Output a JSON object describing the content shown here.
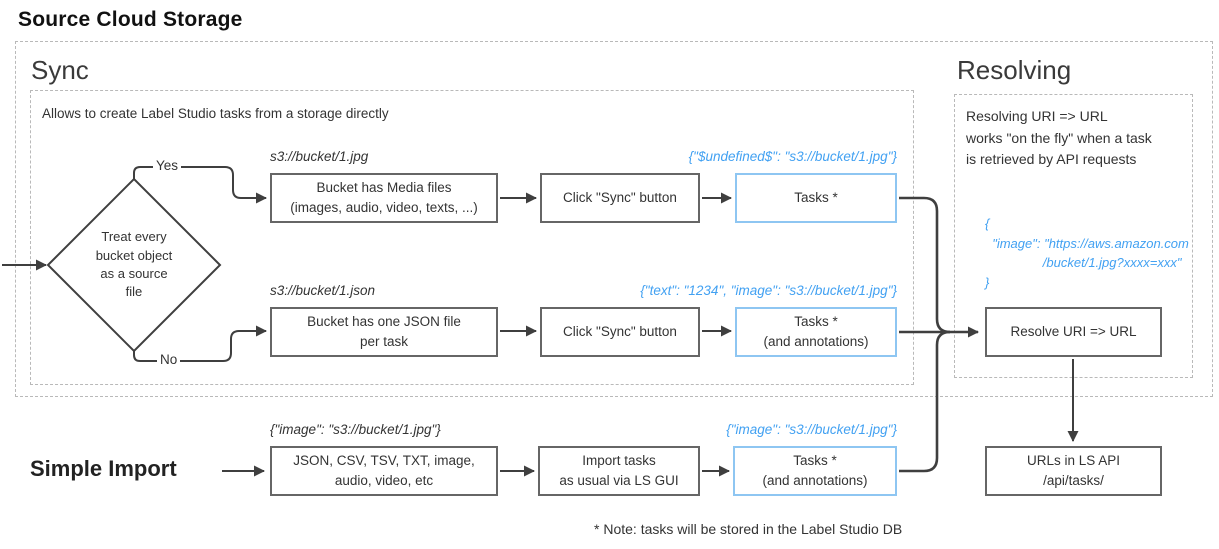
{
  "title": "Source Cloud Storage",
  "footnote": "* Note: tasks will be stored in the Label Studio DB",
  "sync": {
    "label": "Sync",
    "description": "Allows to create Label Studio tasks from a storage directly",
    "decision": {
      "text": "Treat every\nbucket object\nas a source\nfile",
      "yes_label": "Yes",
      "no_label": "No"
    },
    "row_media": {
      "uri_label": "s3://bucket/1.jpg",
      "source_box": "Bucket has Media files\n(images, audio, video, texts, ...)",
      "action_box": "Click \"Sync\" button",
      "result_box": "Tasks *",
      "result_annotation": "{\"$undefined$\": \"s3://bucket/1.jpg\"}"
    },
    "row_json": {
      "uri_label": "s3://bucket/1.json",
      "source_box": "Bucket has one JSON file\nper task",
      "action_box": "Click \"Sync\" button",
      "result_box": "Tasks *\n(and annotations)",
      "result_annotation": "{\"text\": \"1234\", \"image\": \"s3://bucket/1.jpg\"}"
    }
  },
  "resolving": {
    "label": "Resolving",
    "description": "Resolving URI => URL\nworks \"on the fly\" when a task\nis retrieved by API requests",
    "json_example": "{\n  \"image\": \"https://aws.amazon.com\n                /bucket/1.jpg?xxxx=xxx\"\n}",
    "resolve_box": "Resolve URI => URL",
    "output_box": "URLs in LS API\n/api/tasks/"
  },
  "simple_import": {
    "label": "Simple Import",
    "input_annotation": "{\"image\": \"s3://bucket/1.jpg\"}",
    "source_box": "JSON, CSV, TSV, TXT, image,\naudio, video, etc",
    "action_box": "Import tasks\nas usual via LS GUI",
    "result_box": "Tasks *\n(and annotations)",
    "result_annotation": "{\"image\": \"s3://bucket/1.jpg\"}"
  },
  "colors": {
    "annotation_blue": "#42a1f2",
    "blue_box_border": "#8ec6f2",
    "gray_box_border": "#666666",
    "connector_line": "#3f3f3f",
    "dashed_border": "#b9b9b9"
  }
}
